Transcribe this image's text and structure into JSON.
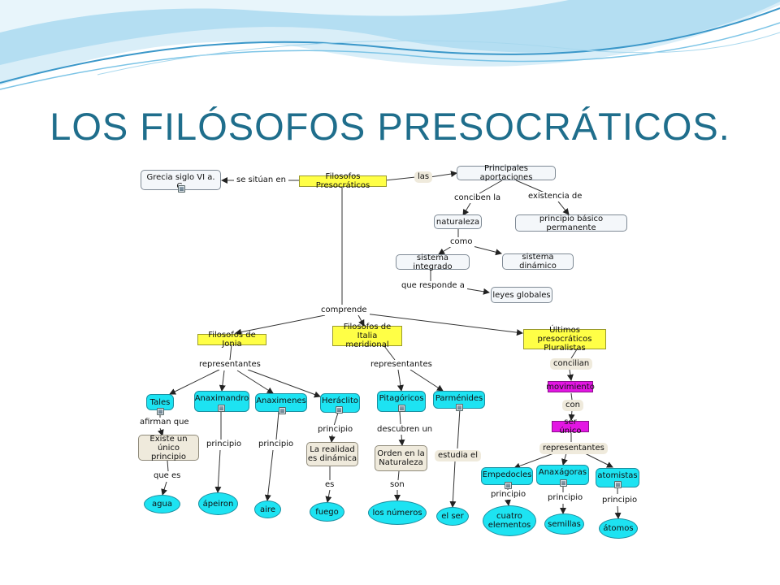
{
  "slide": {
    "title": "LOS FILÓSOFOS PRESOCRÁTICOS.",
    "colors": {
      "title": "#1f6e8c",
      "wave_light": "#cfeaf6",
      "wave_mid": "#8fd0ec",
      "wave_dark": "#2f8fc4"
    }
  },
  "concept_map": {
    "concepts": {
      "grecia": "Grecia siglo VI a. C.",
      "filosofos": "Filosofos Presocráticos",
      "aportaciones": "Principales aportaciones",
      "naturaleza": "naturaleza",
      "principio_basico": "principio básico permanente",
      "sistema_integrado": "sistema integrado",
      "sistema_dinamico": "sistema dinámico",
      "leyes_globales": "leyes globales",
      "jonia": "Filosofos de Jonia",
      "italia": "Filosofos de Italia\nmeridional",
      "pluralistas": "Últimos presocráticos\nPluralistas",
      "tales": "Tales",
      "anaximandro": "Anaximandro",
      "anaximenes": "Anaximenes",
      "heraclito": "Heráclito",
      "pitagoricos": "Pitagóricos",
      "parmenides": "Parménides",
      "unico_principio": "Existe un\núnico principio",
      "realidad_dinamica": "La realidad\nes dinámica",
      "orden_naturaleza": "Orden en la\nNaturaleza",
      "agua": "agua",
      "aperion": "ápeiron",
      "aire": "aire",
      "fuego": "fuego",
      "numeros": "los números",
      "el_ser": "el ser",
      "movimiento": "movimiento",
      "ser_unico": "ser único",
      "empedocles": "Empedocles",
      "anaxagoras": "Anaxágoras",
      "atomistas": "atomistas",
      "cuatro_elementos": "cuatro\nelementos",
      "semillas": "semillas",
      "atomos": "átomos"
    },
    "links": {
      "se_situan_en": "se sitúan en",
      "las": "las",
      "conciben_la": "conciben la",
      "existencia_de": "existencia de",
      "como": "como",
      "que_responde_a": "que responde a",
      "comprende": "comprende",
      "rep_jonia": "representantes",
      "rep_italia": "representantes",
      "concilian": "concilian",
      "con": "con",
      "rep_pluralistas": "representantes",
      "afirman_que": "afirman que",
      "que_es": "que es",
      "principio_anaximandro": "principio",
      "principio_anaximenes": "principio",
      "principio_heraclito": "principio",
      "es": "es",
      "descubren_un": "descubren un",
      "son": "son",
      "estudia_el": "estudia el",
      "principio_empedocles": "principio",
      "principio_anaxagoras": "principio",
      "principio_atomistas": "principio"
    }
  }
}
